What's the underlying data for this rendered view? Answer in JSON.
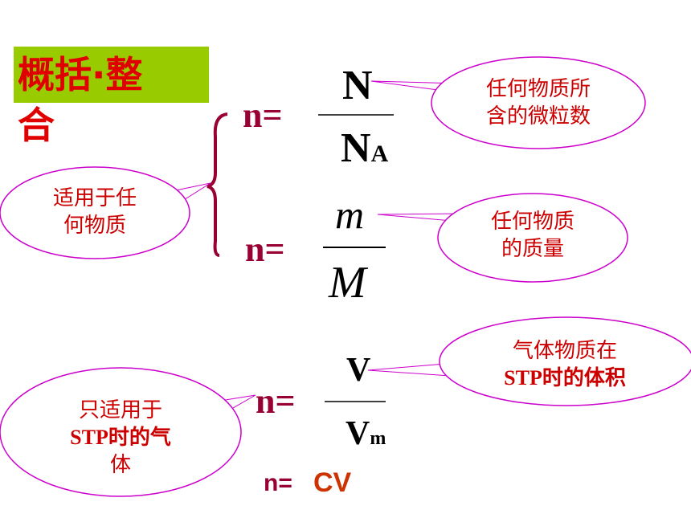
{
  "title": {
    "line1": "概括·整",
    "line2": "合"
  },
  "formulas": {
    "f1": {
      "lhs": "n=",
      "numerator": "N",
      "denominator": "N",
      "denominator_sub": "A"
    },
    "f2": {
      "lhs": "n=",
      "numerator": "m",
      "denominator": "M"
    },
    "f3": {
      "lhs": "n=",
      "numerator": "V",
      "denominator": "V",
      "denominator_sub": "m"
    },
    "f4": {
      "lhs": "n=",
      "rhs": "CV"
    }
  },
  "bubbles": {
    "particles": {
      "line1": "任何物质所",
      "line2": "含的微粒数"
    },
    "mass": {
      "line1": "任何物质",
      "line2": "的质量"
    },
    "any_matter": {
      "line1": "适用于任",
      "line2": "何物质"
    },
    "gas_volume": {
      "line1": "气体物质在",
      "line2": "STP时的体积"
    },
    "gas_only": {
      "line1": "只适用于",
      "line2": "STP时的气",
      "line3": "体"
    }
  },
  "colors": {
    "title_bg": "#99cc00",
    "title_text": "#e00000",
    "bubble_outline": "#cc00cc",
    "bubble_text": "#cc0000",
    "brace": "#990033",
    "cv": "#cc3300"
  }
}
